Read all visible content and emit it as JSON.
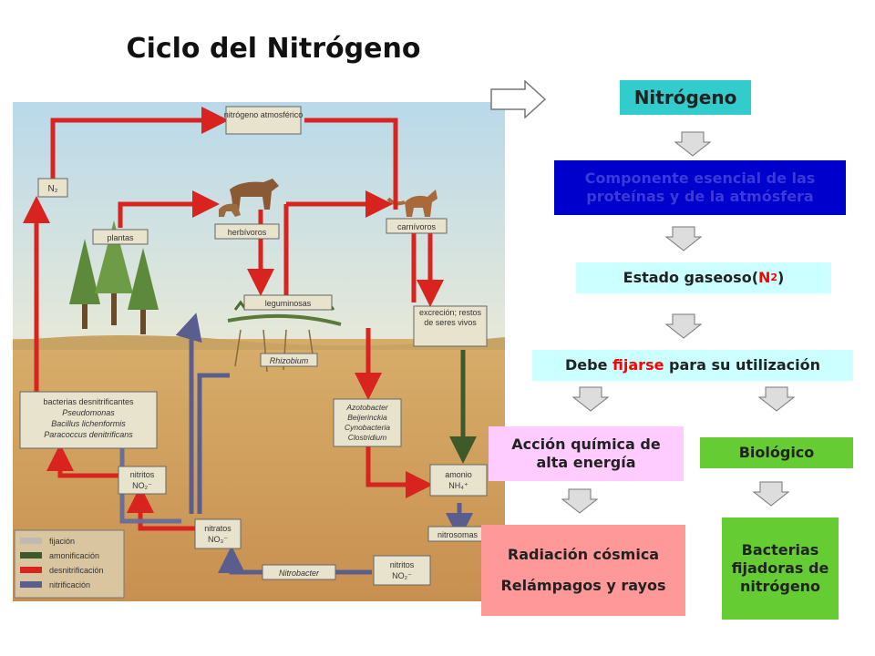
{
  "title": "Ciclo del Nitrógeno",
  "diagram": {
    "nodes": {
      "atm": "nitrógeno atmosférico",
      "n2": "N₂",
      "plantas": "plantas",
      "herbivoros": "herbívoros",
      "carnivoros": "carnívoros",
      "leguminosas": "leguminosas",
      "rhizobium": "Rhizobium",
      "excrecion": "excreción; restos de seres vivos",
      "bacterias_title": "bacterias desnitrificantes",
      "bacterias_list": [
        "Pseudomonas",
        "Bacillus lichenformis",
        "Paracoccus denitrificans"
      ],
      "fijadores_list": [
        "Azotobacter",
        "Beijerinckia",
        "Cynobacteria",
        "Clostridium"
      ],
      "nitritos1": "nitritos",
      "nitritos1_f": "NO₂⁻",
      "nitratos": "nitratos",
      "nitratos_f": "NO₃⁻",
      "amonio": "amonio",
      "amonio_f": "NH₄⁺",
      "nitrosomas": "nitrosomas",
      "nitritos2": "nitritos",
      "nitritos2_f": "NO₂⁻",
      "nitrobacter": "Nitrobacter"
    },
    "legend": [
      "fijación",
      "amonificación",
      "desnitrificación",
      "nitrificación"
    ]
  },
  "flow": {
    "nitrogeno": "Nitrógeno",
    "componente": "Componente esencial de las proteínas y de la atmósfera",
    "gaseoso_pre": "Estado gaseoso(",
    "gaseoso_n": "N",
    "gaseoso_sub": "2",
    "gaseoso_post": ")",
    "debe_pre": "Debe ",
    "debe_em": "fijarse",
    "debe_post": " para su utilización",
    "accion": "Acción química de alta energía",
    "biologico": "Biológico",
    "radiacion": "Radiación cósmica",
    "relampagos": "Relámpagos y rayos",
    "bacterias": "Bacterias fijadoras de nitrógeno"
  },
  "colors": {
    "cyan": "#33CCCC",
    "blue": "#0000CC",
    "light_cyan": "#CCFFFF",
    "pink": "#FFCCFF",
    "green": "#66CC33",
    "salmon": "#FF9999",
    "red_text": "#FF0000",
    "arrow_fill": "#DDDDDD"
  },
  "icons": [
    "block-arrow-right-icon",
    "block-arrow-down-icon"
  ]
}
